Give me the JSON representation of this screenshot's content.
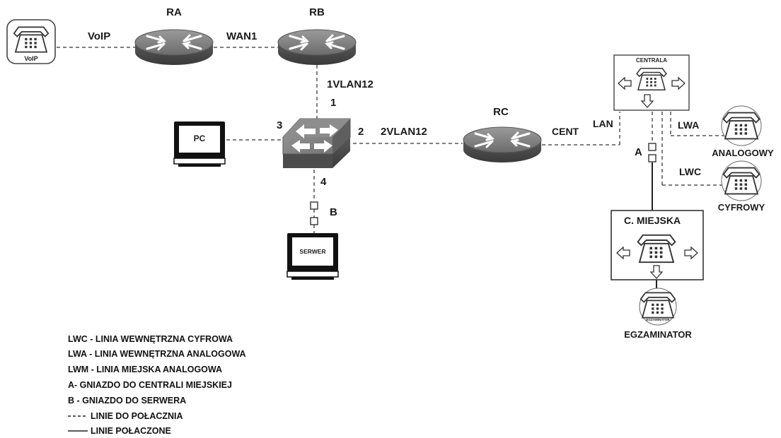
{
  "devices": {
    "ra": "RA",
    "rb": "RB",
    "rc": "RC",
    "voip_phone": "VoIP",
    "pc": "PC",
    "server": "SERWER",
    "centrala": "CENTRALA",
    "c_miejska": "C. MIEJSKA",
    "analogowy": "ANALOGOWY",
    "cyfrowy": "CYFROWY",
    "egzaminator": "EGZAMINATOR",
    "egzaminator_phone": "EGZAMINATOR"
  },
  "links": {
    "voip": "VoIP",
    "wan1": "WAN1",
    "vlan1": "1VLAN12",
    "vlan2": "2VLAN12",
    "cent": "CENT",
    "lan": "LAN",
    "lwa": "LWA",
    "lwc": "LWC"
  },
  "ports": {
    "p1": "1",
    "p2": "2",
    "p3": "3",
    "p4": "4"
  },
  "sockets": {
    "a": "A",
    "b": "B"
  },
  "legend": [
    "LWC - LINIA WEWNĘTRZNA CYFROWA",
    "LWA - LINIA WEWNĘTRZNA ANALOGOWA",
    "LWM - LINIA MIEJSKA ANALOGOWA",
    "A- GNIAZDO DO CENTRALI MIEJSKIEJ",
    "B - GNIAZDO DO SERWERA",
    "LINIE DO POŁACZNIA",
    "LINIE POŁACZONE"
  ]
}
